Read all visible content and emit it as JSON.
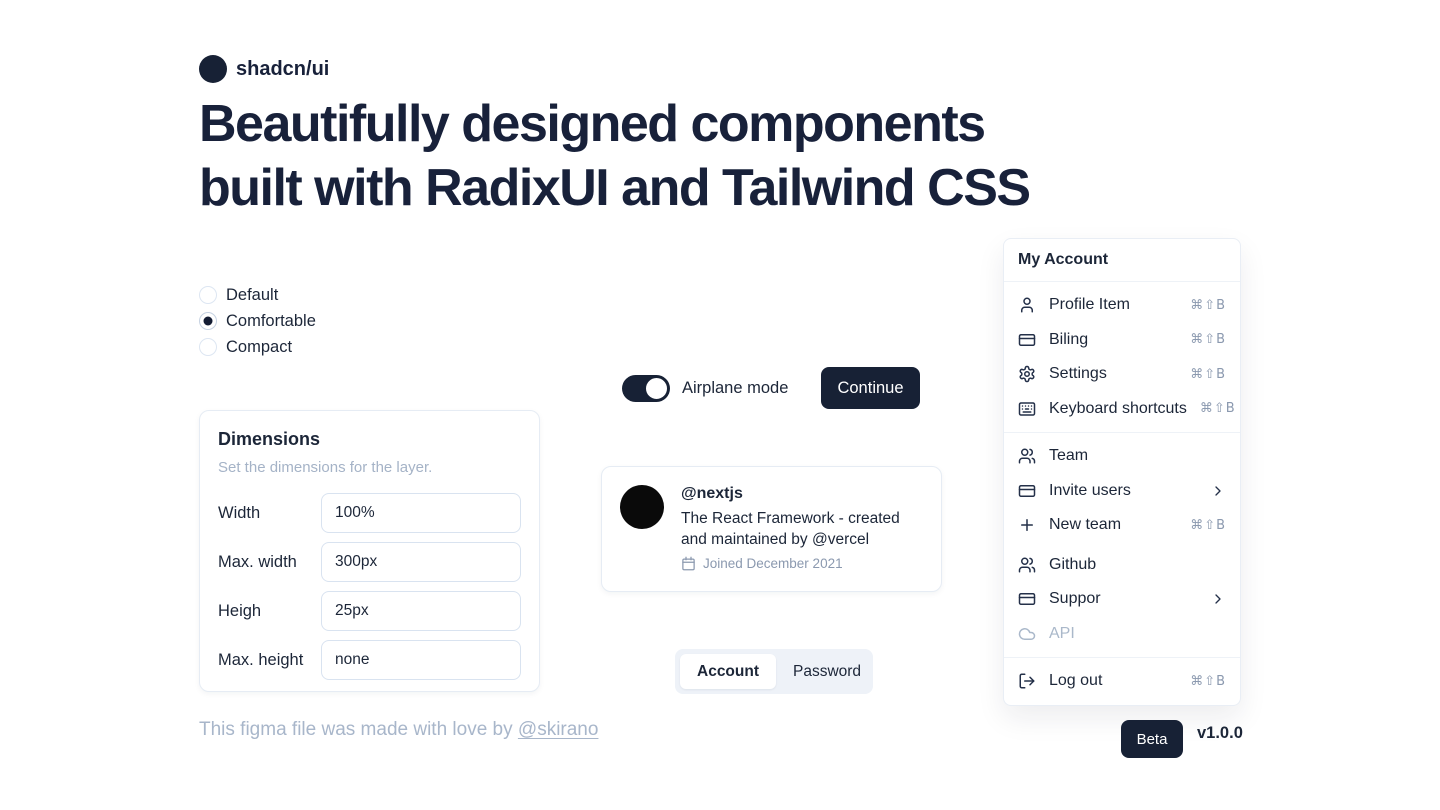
{
  "colors": {
    "primary": "#172135",
    "text": "#1c2638",
    "muted": "#8b99af",
    "subtle": "#a5b3c7",
    "border": "#e6ecf4",
    "tab_background": "#eef2f8"
  },
  "brand": {
    "name": "shadcn/ui"
  },
  "hero": {
    "title_line1": "Beautifully designed components",
    "title_line2": "built with RadixUI and Tailwind CSS"
  },
  "radio_group": {
    "items": [
      {
        "label": "Default",
        "selected": false
      },
      {
        "label": "Comfortable",
        "selected": true
      },
      {
        "label": "Compact",
        "selected": false
      }
    ]
  },
  "airplane": {
    "label": "Airplane mode",
    "state": "on"
  },
  "continue_button": {
    "label": "Continue"
  },
  "dimensions_card": {
    "title": "Dimensions",
    "subtitle": "Set the dimensions for the layer.",
    "fields": [
      {
        "label": "Width",
        "value": "100%"
      },
      {
        "label": "Max. width",
        "value": "300px"
      },
      {
        "label": "Heigh",
        "value": "25px"
      },
      {
        "label": "Max. height",
        "value": "none"
      }
    ]
  },
  "hover_card": {
    "username": "@nextjs",
    "description": "The React Framework - created and maintained by @vercel",
    "joined": "Joined December 2021"
  },
  "tabs": {
    "items": [
      {
        "label": "Account",
        "active": true
      },
      {
        "label": "Password",
        "active": false
      }
    ]
  },
  "account_menu": {
    "header": "My Account",
    "groups": [
      [
        {
          "label": "Profile Item",
          "icon": "user-icon",
          "shortcut": "⌘⇧B"
        },
        {
          "label": "Biling",
          "icon": "credit-card-icon",
          "shortcut": "⌘⇧B"
        },
        {
          "label": "Settings",
          "icon": "gear-icon",
          "shortcut": "⌘⇧B"
        },
        {
          "label": "Keyboard shortcuts",
          "icon": "keyboard-icon",
          "shortcut": "⌘⇧B"
        }
      ],
      [
        {
          "label": "Team",
          "icon": "users-icon"
        },
        {
          "label": "Invite users",
          "icon": "credit-card-icon",
          "submenu": true
        },
        {
          "label": "New team",
          "icon": "plus-icon",
          "shortcut": "⌘⇧B"
        },
        {
          "label": "Github",
          "icon": "users-icon"
        },
        {
          "label": "Suppor",
          "icon": "credit-card-icon",
          "submenu": true
        },
        {
          "label": "API",
          "icon": "cloud-icon",
          "disabled": true
        }
      ],
      [
        {
          "label": "Log out",
          "icon": "logout-icon",
          "shortcut": "⌘⇧B"
        }
      ]
    ]
  },
  "footer": {
    "credit_prefix": "This figma file was made with love by ",
    "credit_link": "@skirano",
    "beta_label": "Beta",
    "version": "v1.0.0"
  }
}
